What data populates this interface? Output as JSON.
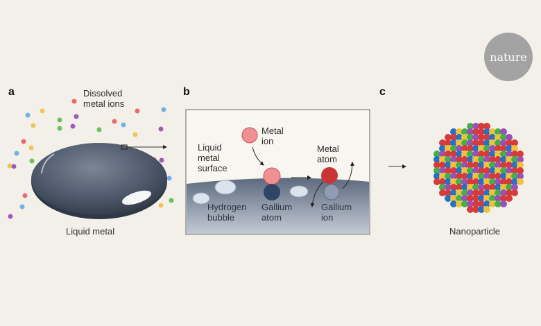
{
  "logo": {
    "text": "nature"
  },
  "panels": {
    "a": {
      "letter": "a",
      "title_line1": "Dissolved",
      "title_line2": "metal ions",
      "caption": "Liquid metal"
    },
    "b": {
      "letter": "b",
      "metal_ion_1": "Metal",
      "metal_ion_2": "ion",
      "surface_1": "Liquid",
      "surface_2": "metal",
      "surface_3": "surface",
      "metal_atom_1": "Metal",
      "metal_atom_2": "atom",
      "hydrogen_1": "Hydrogen",
      "hydrogen_2": "bubble",
      "gallium_atom_1": "Gallium",
      "gallium_atom_2": "atom",
      "gallium_ion_1": "Gallium",
      "gallium_ion_2": "ion"
    },
    "c": {
      "letter": "c",
      "caption": "Nanoparticle"
    }
  },
  "colors": {
    "background": "#f3f0ea",
    "ion_colors": [
      "#e86b6b",
      "#6fb3e6",
      "#f0c55a",
      "#6cbf5d",
      "#a25bb5"
    ],
    "liquid_metal": "#4e5a6b",
    "gallium": "#2f4566",
    "metal_atom": "#c93434"
  }
}
